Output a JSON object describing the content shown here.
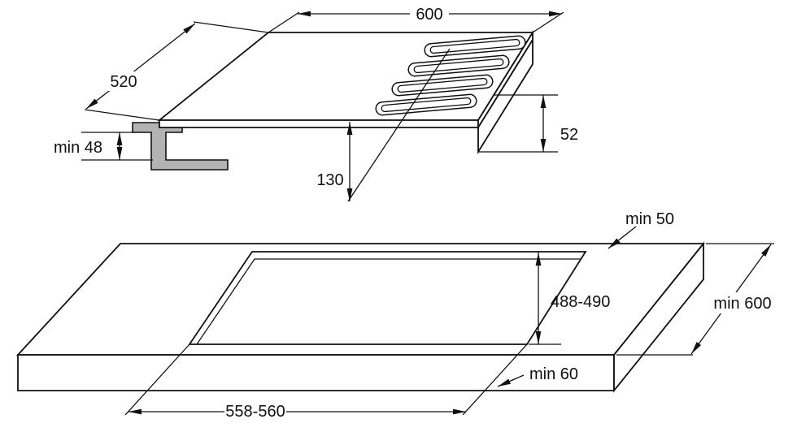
{
  "diagram": {
    "hob": {
      "width_label": "600",
      "depth_label": "520",
      "bracket_gap_label": "min 48",
      "burner_distance_label": "130",
      "height_label": "52"
    },
    "worktop": {
      "rear_clearance_label": "min 50",
      "cutout_depth_label": "488-490",
      "worktop_depth_label": "min 600",
      "front_clearance_label": "min 60",
      "cutout_width_label": "558-560"
    },
    "colors": {
      "line": "#111111",
      "bracket_fill": "#b3b3b3",
      "background": "#ffffff"
    }
  }
}
